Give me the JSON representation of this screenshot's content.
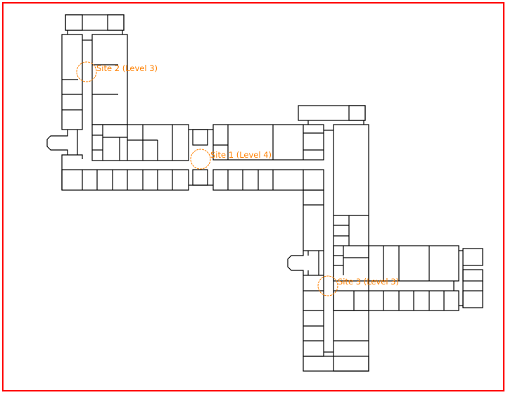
{
  "map": {
    "accent_color": "#ff8000",
    "frame_color": "#ff0000",
    "sites": [
      {
        "label": "Site 2 (Level 3)"
      },
      {
        "label": "Site 1 (Level 4)"
      },
      {
        "label": "Site 3 (Level 3)"
      }
    ]
  }
}
